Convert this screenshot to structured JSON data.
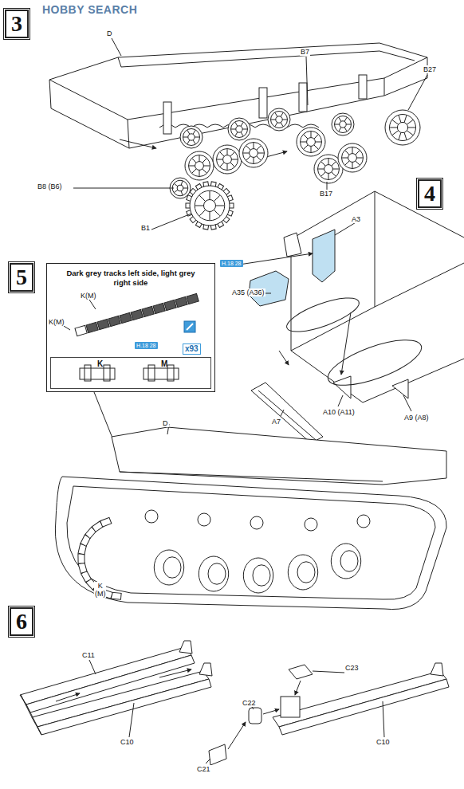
{
  "diagram": {
    "nodes": [
      {
        "text": [
          "3"
        ]
      },
      {
        "text": [
          "4"
        ]
      },
      {
        "text": [
          "H.18 28"
        ]
      },
      {
        "text": [
          "5"
        ]
      },
      {
        "text": [
          "Dark grey tracks left side, light grey right side"
        ]
      },
      {
        "text": [
          "H.18 28"
        ],
        "in": 4
      },
      {
        "text": [
          "x93"
        ],
        "in": 4
      },
      {
        "text": [
          "K",
          "M"
        ],
        "in": 4
      },
      {
        "text": [
          "6"
        ]
      }
    ],
    "labels": [
      "HOBBY SEARCH",
      "D",
      "B7",
      "B27",
      "B8 (B6)",
      "B1",
      "B17",
      "A3",
      "A35 (A36)",
      "A10 (A11)",
      "A7",
      "A9 (A8)",
      "K(M)",
      "K(M)",
      "D",
      "K (M)",
      "C11",
      "C10",
      "C23",
      "C22",
      "C21",
      "C10"
    ]
  }
}
